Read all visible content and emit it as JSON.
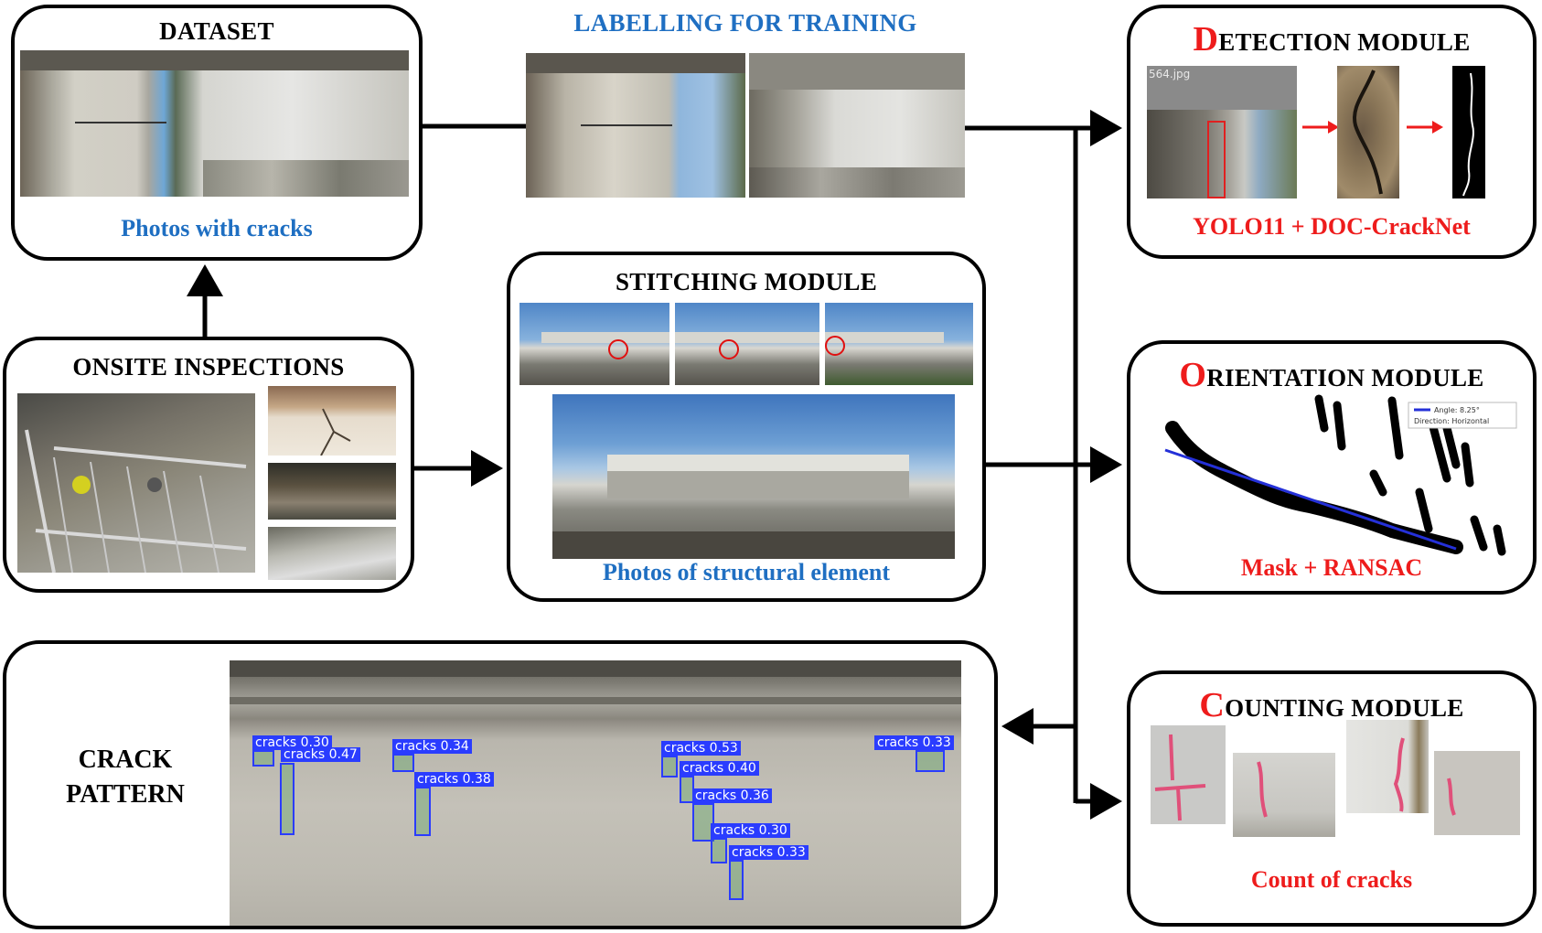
{
  "dataset": {
    "title": "DATASET",
    "caption": "Photos with cracks"
  },
  "labelling": {
    "title": "LABELLING FOR TRAINING"
  },
  "onsite": {
    "title": "ONSITE INSPECTIONS"
  },
  "stitching": {
    "title": "STITCHING MODULE",
    "caption": "Photos of structural element"
  },
  "crack_pattern": {
    "line1": "CRACK",
    "line2": "PATTERN"
  },
  "detection": {
    "initial": "D",
    "rest": "ETECTION MODULE",
    "caption": "YOLO11 + DOC-CrackNet",
    "image_label": "564.jpg"
  },
  "orientation": {
    "initial": "O",
    "rest": "RIENTATION MODULE",
    "caption": "Mask + RANSAC",
    "legend_line1": "Angle: 8.25°",
    "legend_line2": "Direction: Horizontal"
  },
  "counting": {
    "initial": "C",
    "rest": "OUNTING MODULE",
    "caption": "Count of cracks"
  },
  "detections": [
    {
      "label": "cracks 0.30"
    },
    {
      "label": "cracks 0.47"
    },
    {
      "label": "cracks 0.34"
    },
    {
      "label": "cracks 0.38"
    },
    {
      "label": "cracks 0.53"
    },
    {
      "label": "cracks 0.40"
    },
    {
      "label": "cracks 0.36"
    },
    {
      "label": "cracks 0.30"
    },
    {
      "label": "cracks 0.33"
    },
    {
      "label": "cracks 0.33"
    }
  ],
  "colors": {
    "accent_blue": "#1f6fc2",
    "accent_red": "#ee1c1c",
    "detection_blue": "#2a3cff"
  }
}
